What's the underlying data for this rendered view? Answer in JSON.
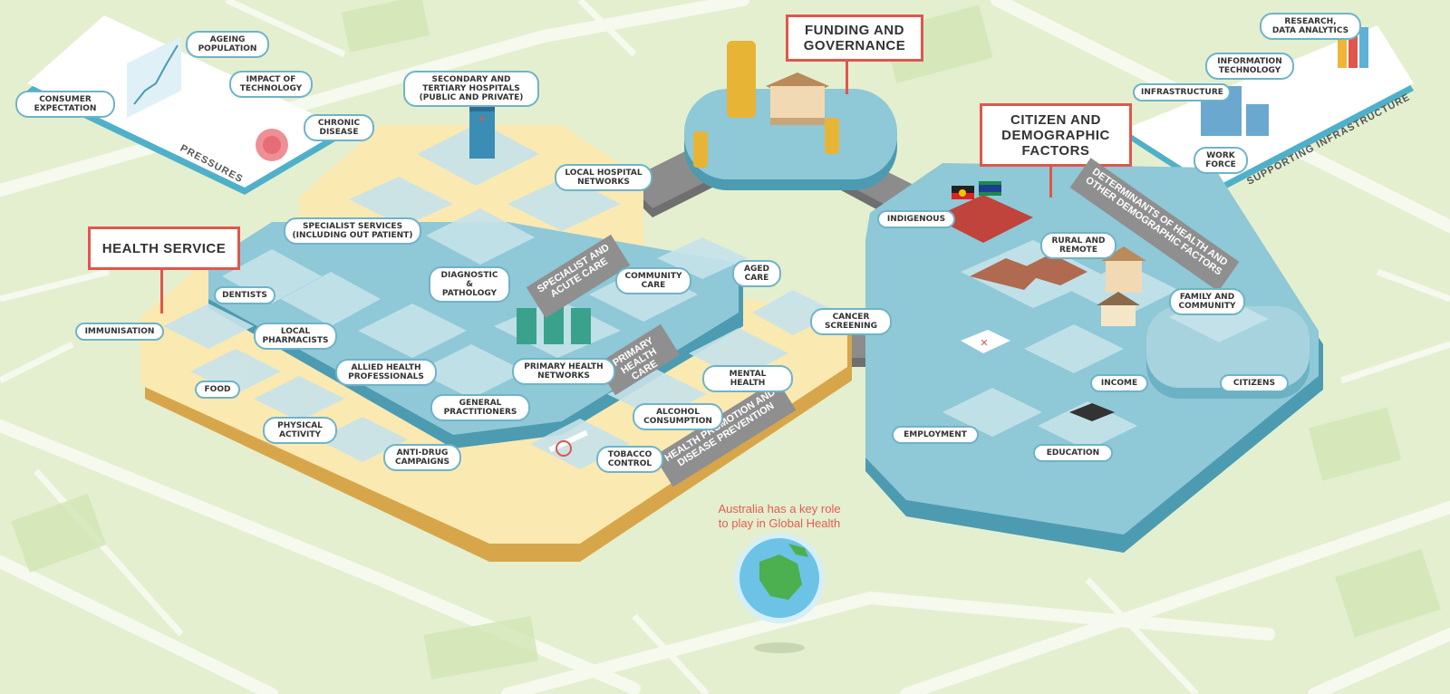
{
  "headers": {
    "health_service": "HEALTH SERVICE",
    "funding": "FUNDING AND\nGOVERNANCE",
    "citizen": "CITIZEN AND\nDEMOGRAPHIC\nFACTORS"
  },
  "banners": {
    "specialist": "SPECIALIST AND\nACUTE CARE",
    "primary": "PRIMARY\nHEALTH CARE",
    "promotion": "HEALTH PROMOTION AND\nDISEASE PREVENTION",
    "determinants": "DETERMINANTS OF HEALTH AND\nOTHER DEMOGRAPHIC FACTORS"
  },
  "ribbons": {
    "pressures": "PRESSURES",
    "supporting": "SUPPORTING INFRASTRUCTURE"
  },
  "labels": {
    "consumer_expectation": "CONSUMER\nEXPECTATION",
    "ageing_population": "AGEING\nPOPULATION",
    "impact_of_technology": "IMPACT OF\nTECHNOLOGY",
    "chronic_disease": "CHRONIC\nDISEASE",
    "secondary_tertiary": "SECONDARY AND\nTERTIARY HOSPITALS\n(PUBLIC AND PRIVATE)",
    "local_hospital_networks": "LOCAL HOSPITAL\nNETWORKS",
    "specialist_services": "SPECIALIST SERVICES\n(INCLUDING OUT PATIENT)",
    "diagnostic_pathology": "DIAGNOSTIC &\nPATHOLOGY",
    "dentists": "DENTISTS",
    "local_pharmacists": "LOCAL\nPHARMACISTS",
    "immunisation": "IMMUNISATION",
    "allied_health": "ALLIED HEALTH\nPROFESSIONALS",
    "community_care": "COMMUNITY\nCARE",
    "aged_care": "AGED\nCARE",
    "cancer_screening": "CANCER\nSCREENING",
    "primary_health_networks": "PRIMARY HEALTH\nNETWORKS",
    "food": "FOOD",
    "general_practitioners": "GENERAL\nPRACTITIONERS",
    "mental_health": "MENTAL HEALTH",
    "physical_activity": "PHYSICAL\nACTIVITY",
    "alcohol_consumption": "ALCOHOL\nCONSUMPTION",
    "anti_drug": "ANTI-DRUG\nCAMPAIGNS",
    "tobacco_control": "TOBACCO\nCONTROL",
    "indigenous": "INDIGENOUS",
    "rural_remote": "RURAL AND\nREMOTE",
    "family_community": "FAMILY AND\nCOMMUNITY",
    "income": "INCOME",
    "citizens": "CITIZENS",
    "employment": "EMPLOYMENT",
    "education": "EDUCATION",
    "research": "RESEARCH,\nDATA ANALYTICS",
    "information_technology": "INFORMATION\nTECHNOLOGY",
    "infrastructure": "INFRASTRUCTURE",
    "work_force": "WORK\nFORCE"
  },
  "tagline": "Australia has a key role\nto play in Global Health",
  "colors": {
    "map_bg": "#e4efcf",
    "road": "#f5f8ec",
    "platform_yellow": "#fbe9b2",
    "platform_blue": "#8ec7d6",
    "header_border": "#e0564c",
    "pill_border": "#6fb3c9",
    "banner": "#8f8f8f"
  }
}
